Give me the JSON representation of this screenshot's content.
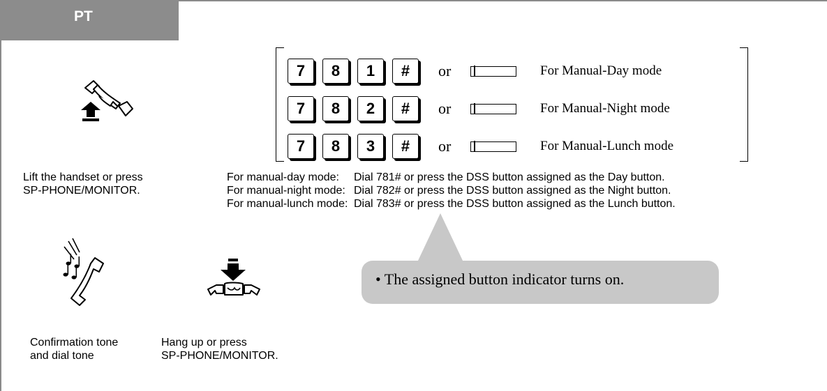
{
  "header": {
    "tab_label": "PT"
  },
  "keys": {
    "rows": [
      {
        "digits": [
          "7",
          "8",
          "1",
          "#"
        ],
        "or_label": "or",
        "mode_label": "For Manual-Day mode"
      },
      {
        "digits": [
          "7",
          "8",
          "2",
          "#"
        ],
        "or_label": "or",
        "mode_label": "For Manual-Night mode"
      },
      {
        "digits": [
          "7",
          "8",
          "3",
          "#"
        ],
        "or_label": "or",
        "mode_label": "For Manual-Lunch mode"
      }
    ]
  },
  "steps": {
    "lift": "Lift the handset or press\nSP-PHONE/MONITOR.",
    "confirm": "Confirmation tone\nand dial tone",
    "hangup": "Hang up or press\nSP-PHONE/MONITOR."
  },
  "instructions": [
    {
      "label": "For manual-day mode:",
      "text": "Dial 781# or press the DSS button assigned as the Day button."
    },
    {
      "label": "For manual-night mode:",
      "text": "Dial 782# or press the DSS button assigned as the Night button."
    },
    {
      "label": "For manual-lunch mode:",
      "text": "Dial 783# or press the DSS button assigned as the Lunch button."
    }
  ],
  "note": "• The assigned button indicator turns on.",
  "icons": {
    "lift": "handset-lift-icon",
    "tone": "confirmation-tone-icon",
    "hangup": "handset-hangup-icon",
    "dss": "dss-button-icon"
  }
}
